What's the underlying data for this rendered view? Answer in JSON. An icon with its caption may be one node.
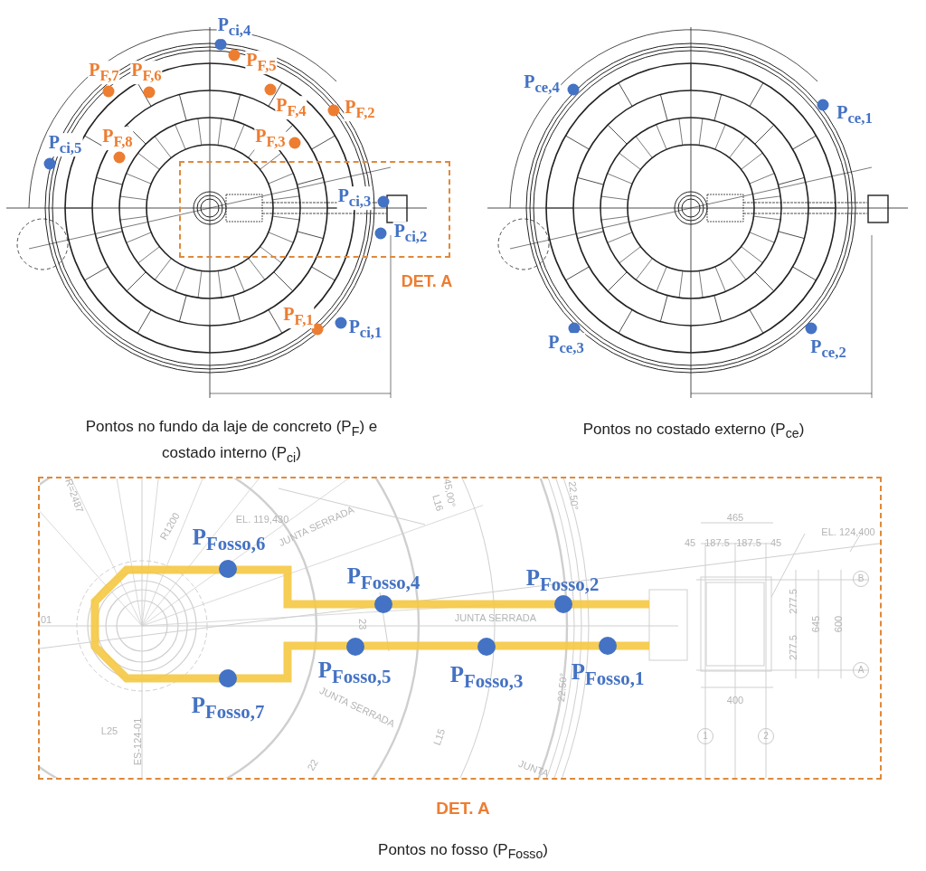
{
  "diagram": {
    "nodes": [
      {
        "text": [
          "DET. A"
        ]
      },
      {
        "text": [
          "DET. A"
        ]
      }
    ],
    "labels": [
      "P$_{ci,4}$",
      "P$_{F,5}$",
      "P$_{F,7}$",
      "P$_{F,6}$",
      "P$_{F,4}$",
      "P$_{F,2}$",
      "P$_{ce,4}$",
      "P$_{ce,1}$",
      "P$_{ci,5}$",
      "P$_{F,8}$",
      "P$_{F,3}$",
      "P$_{ci,3}$",
      "P$_{ci,2}$",
      "P$_{F,1}$",
      "P$_{ci,1}$",
      "P$_{ce,3}$",
      "P$_{ce,2}$",
      "Pontos no fundo da laje de concreto (P$_{F}$) e costado interno (P$_{ci}$)",
      "Pontos no costado externo (P$_{ce}$)",
      "R=2487",
      "EL. 119,430",
      "R1200",
      "JUNTA SERRADA",
      "45,00°",
      "L16",
      "22.50°",
      "465",
      "EL. 124,400",
      "45",
      "187.5",
      "187.5",
      "45",
      "P$_{Fosso,6}$",
      "P$_{Fosso,4}$",
      "P$_{Fosso,2}$",
      "B",
      "01",
      "JUNTA SERRADA",
      "23",
      "277.5",
      "645",
      "600",
      "277.5",
      "P$_{Fosso,5}$",
      "P$_{Fosso,3}$",
      "P$_{Fosso,1}$",
      "A",
      "P$_{Fosso,7}$",
      "JUNTA SERRADA",
      "400",
      "22.50°",
      "1",
      "2",
      "L25",
      "ES-124-01",
      "L15",
      "22",
      "JUNTA",
      "Pontos no fosso (P$_{Fosso}$)"
    ]
  }
}
